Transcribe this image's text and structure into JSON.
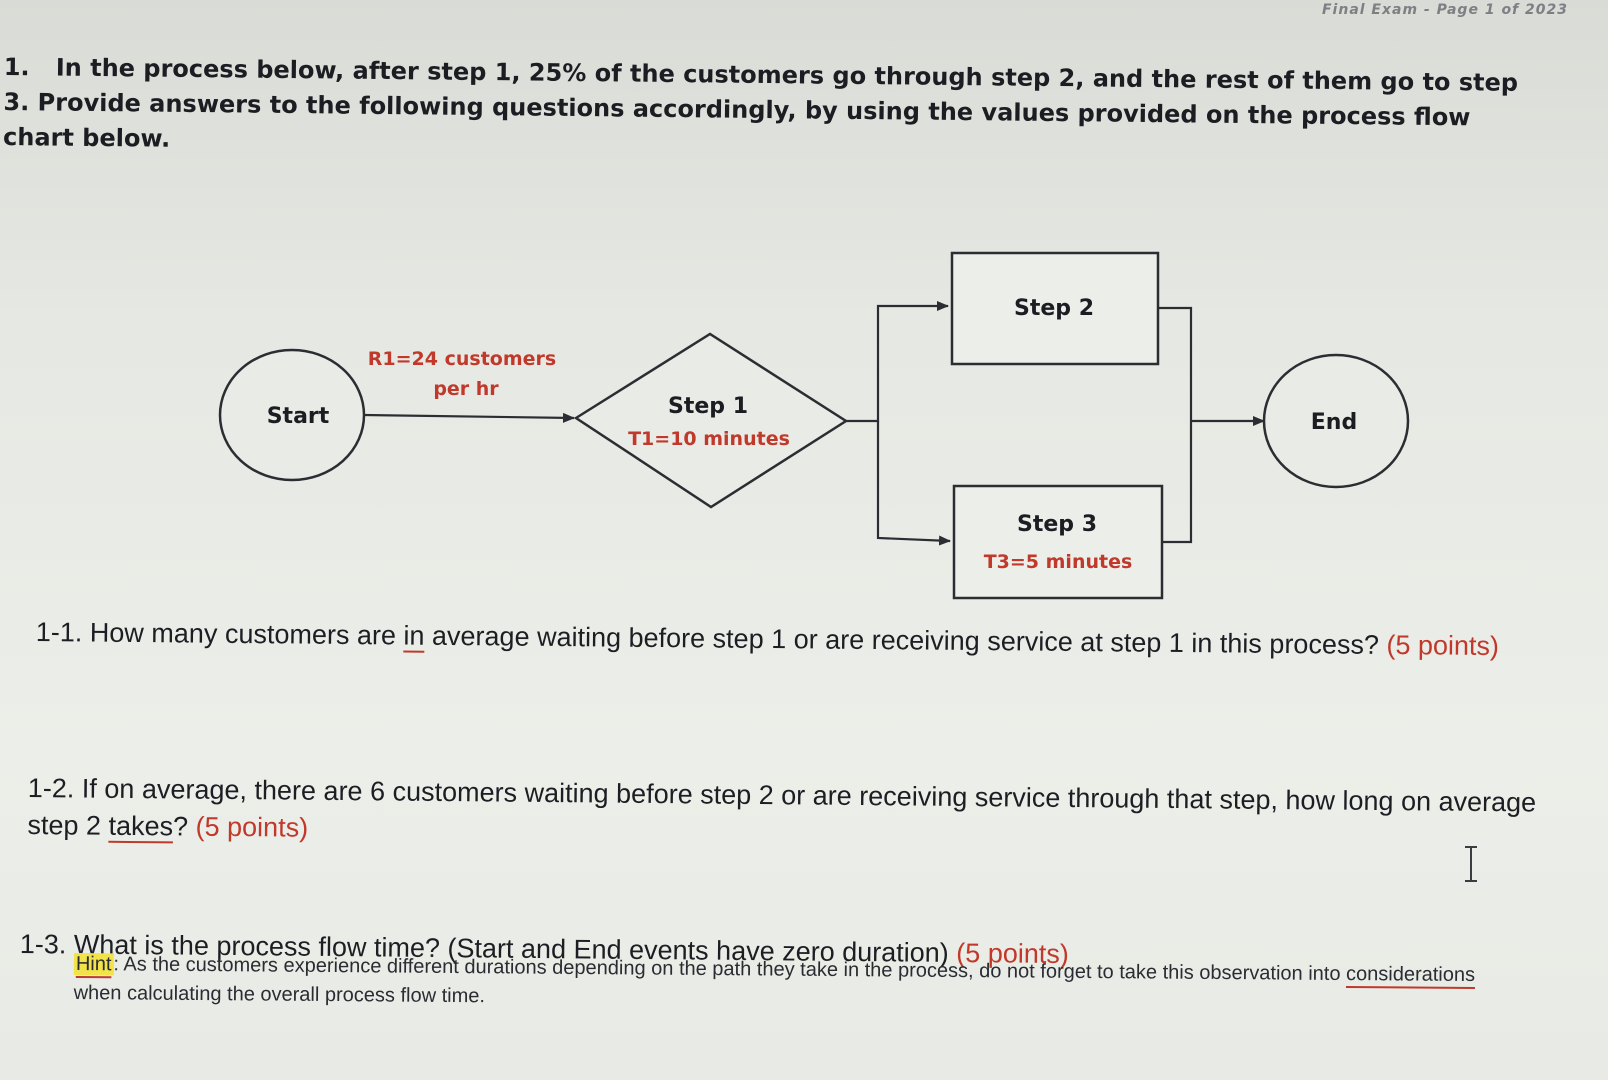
{
  "header": {
    "scrap_text": "Final Exam - Page 1 of 2023"
  },
  "question": {
    "number": "1.",
    "text": "In the process below, after step 1, 25% of the customers go through step 2, and the rest of them go to step 3. Provide answers to the following questions accordingly, by using the values provided on the process flow chart below."
  },
  "flowchart": {
    "start_label": "Start",
    "end_label": "End",
    "arrival_line1": "R1=24 customers",
    "arrival_line2": "per hr",
    "step1_title": "Step 1",
    "step1_time": "T1=10 minutes",
    "step2_title": "Step 2",
    "step3_title": "Step 3",
    "step3_time": "T3=5 minutes",
    "accent_color": "#c0392b",
    "line_color": "#2b2d33"
  },
  "subquestions": [
    {
      "label": "1-1.",
      "pre": "How many customers are ",
      "underlined": "in",
      "post": " average waiting before step 1 or are receiving service at step 1 in this process? ",
      "points": "(5 points)"
    },
    {
      "label": "1-2.",
      "pre": "If on average, there are 6 customers waiting before step 2 or are receiving service through that step, how long on average step 2 ",
      "underlined": "takes",
      "post": "? ",
      "points": "(5 points)"
    },
    {
      "label": "1-3.",
      "pre": "What is the process flow time? (Start and End events have zero duration) ",
      "underlined": "",
      "post": "",
      "points": "(5 points)"
    }
  ],
  "hint": {
    "label": "Hint",
    "pre": ": As the customers experience different durations depending on the path they take in the process, do not forget to take this observation into ",
    "underlined": "considerations",
    "post": " when calculating the overall process flow time."
  },
  "icons": {
    "cursor": "text-cursor-icon"
  }
}
